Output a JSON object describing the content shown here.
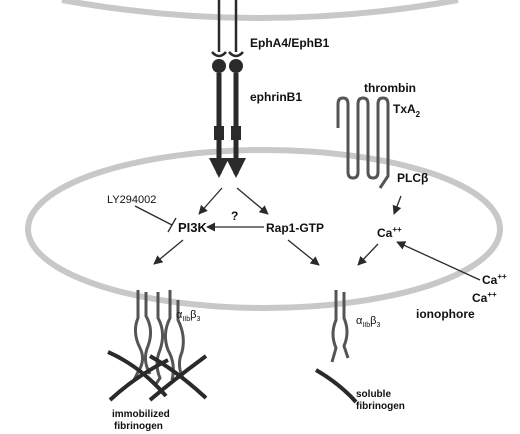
{
  "labels": {
    "receptor": "EphA4/EphB1",
    "ligand": "ephrinB1",
    "thrombin": "thrombin",
    "txa_base": "TxA",
    "txa_sub": "2",
    "plc": "PLCβ",
    "inhibitor": "LY294002",
    "pi3k": "PI3K",
    "question": "?",
    "rap1": "Rap1-GTP",
    "calcium": "Ca",
    "calcium_sup": "++",
    "ext_ca_1": "Ca",
    "ext_ca_1_sup": "++",
    "ext_ca_2": "Ca",
    "ext_ca_2_sup": "++",
    "ionophore": "ionophore",
    "integrin_left_alpha": "α",
    "integrin_left_alpha_sub": "IIb",
    "integrin_left_beta": "β",
    "integrin_left_beta_sub": "3",
    "integrin_right_alpha": "α",
    "integrin_right_alpha_sub": "IIb",
    "integrin_right_beta": "β",
    "integrin_right_beta_sub": "3",
    "immobilized_1": "immobilized",
    "immobilized_2": "fibrinogen",
    "soluble_1": "soluble",
    "soluble_2": "fibrinogen"
  },
  "colors": {
    "membrane": "#c8c8c8",
    "stroke": "#2a2a2a",
    "protein": "#555555"
  }
}
